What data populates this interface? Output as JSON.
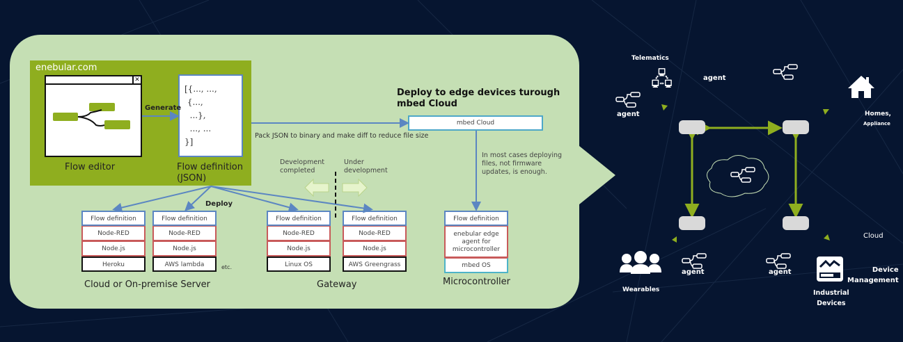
{
  "left_panel": {
    "platform_label": "enebular.com",
    "flow_editor_caption": "Flow editor",
    "generate_label": "Generate",
    "json_snippet": "[{..., ...,\n {...,\n  ...},\n  ..., ...\n}]",
    "flow_definition_caption": "Flow definition\n(JSON)",
    "pack_note": "Pack JSON to binary and make diff to reduce file size",
    "deploy_title": "Deploy to edge devices turough\nmbed Cloud",
    "mbed_cloud_label": "mbed Cloud",
    "firmware_note": "In most cases deploying\nfiles, not firmware\nupdates, is enough.",
    "dev_completed": "Development\ncompleted",
    "under_dev": "Under\ndevelopment",
    "deploy_label": "Deploy",
    "etc_label": "etc.",
    "stacks": [
      {
        "layers": [
          "Flow definition",
          "Node-RED",
          "Node.js",
          "Heroku"
        ]
      },
      {
        "layers": [
          "Flow definition",
          "Node-RED",
          "Node.js",
          "AWS lambda"
        ]
      },
      {
        "layers": [
          "Flow definition",
          "Node-RED",
          "Node.js",
          "Linux OS"
        ]
      },
      {
        "layers": [
          "Flow definition",
          "Node-RED",
          "Node.js",
          "AWS Greengrass"
        ]
      },
      {
        "layers": [
          "Flow definition",
          "enebular edge agent for microcontroller",
          "mbed OS"
        ]
      }
    ],
    "group_captions": {
      "cloud": "Cloud or On-premise Server",
      "gateway": "Gateway",
      "micro": "Microcontroller"
    }
  },
  "right_panel": {
    "telematics": "Telematics",
    "agent_labels": [
      "agent",
      "agent",
      "agent",
      "agent"
    ],
    "homes": "Homes,",
    "appliance": "Appliance",
    "cloud": "Cloud",
    "device_mgmt": "Device\nManagement",
    "wearables": "Wearables",
    "industrial": "Industrial\nDevices"
  },
  "colors": {
    "background": "#061530",
    "bubble": "#c5dfb4",
    "enebular_green": "#8fae1f",
    "arrow_blue": "#5b86c2",
    "network_green": "#8fae1f"
  }
}
